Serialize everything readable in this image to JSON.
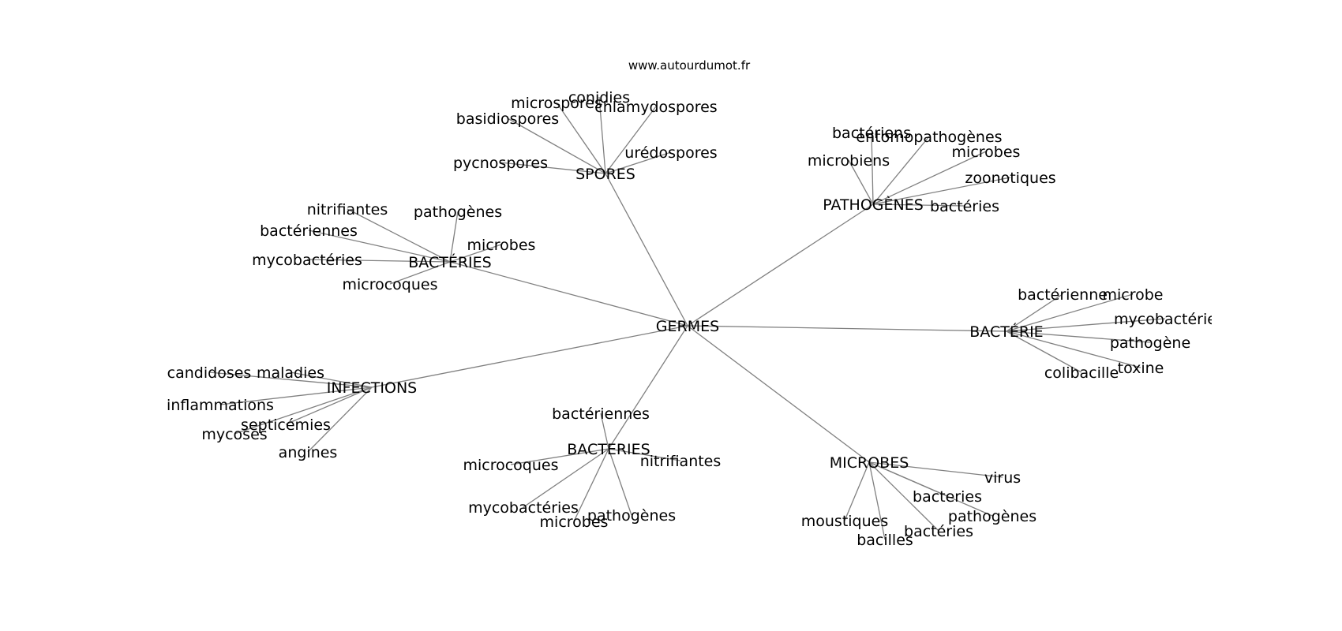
{
  "source": "www.autourdumot.fr",
  "graph": {
    "center": "GERMES",
    "clusters": [
      {
        "hub": "SPORES",
        "leaves": [
          "conidies",
          "microspores",
          "chlamydospores",
          "basidiospores",
          "urédospores",
          "pycnospores"
        ]
      },
      {
        "hub": "PATHOGÈNES",
        "leaves": [
          "bactériens",
          "entomopathogènes",
          "microbiens",
          "microbes",
          "zoonotiques",
          "bactéries"
        ]
      },
      {
        "hub": "BACTÉRIES",
        "leaves": [
          "nitrifiantes",
          "pathogènes",
          "bactériennes",
          "microbes",
          "mycobactéries",
          "microcoques"
        ]
      },
      {
        "hub": "BACTÉRIE",
        "leaves": [
          "bactérienne",
          "microbe",
          "mycobactérie",
          "pathogène",
          "toxine",
          "colibacille"
        ]
      },
      {
        "hub": "INFECTIONS",
        "leaves": [
          "candidoses",
          "maladies",
          "inflammations",
          "septicémies",
          "mycoses",
          "angines"
        ]
      },
      {
        "hub": "BACTERIES",
        "leaves": [
          "bactériennes",
          "microcoques",
          "nitrifiantes",
          "mycobactéries",
          "microbes",
          "pathogènes"
        ]
      },
      {
        "hub": "MICROBES",
        "leaves": [
          "virus",
          "bacteries",
          "pathogènes",
          "moustiques",
          "bactéries",
          "bacilles"
        ]
      }
    ]
  }
}
